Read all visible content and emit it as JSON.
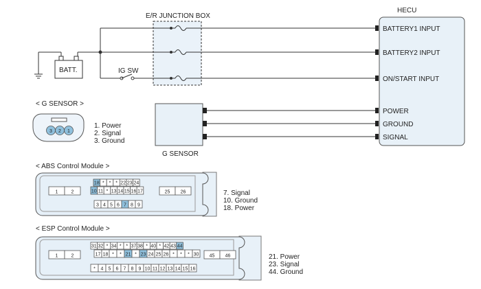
{
  "hecu": {
    "title": "HECU",
    "inputs": [
      "BATTERY1 INPUT",
      "BATTERY2 INPUT",
      "ON/START INPUT",
      "POWER",
      "GROUND",
      "SIGNAL"
    ]
  },
  "junction_box": {
    "title": "E/R JUNCTION BOX"
  },
  "battery": {
    "label": "BATT."
  },
  "ig_switch": {
    "label": "IG SW"
  },
  "g_sensor_box": {
    "label": "G SENSOR"
  },
  "g_sensor_connector": {
    "title": "< G SENSOR >",
    "pins": [
      "3",
      "2",
      "1"
    ],
    "legend": [
      "1. Power",
      "2. Signal",
      "3. Ground"
    ]
  },
  "abs_module": {
    "title": "< ABS Control Module >",
    "left_pins": [
      "1",
      "2"
    ],
    "top_row": [
      "18",
      "*",
      "*",
      "*",
      "22",
      "23",
      "24"
    ],
    "mid_row": [
      "10",
      "11",
      "*",
      "13",
      "14",
      "15",
      "16",
      "17"
    ],
    "bottom_row": [
      "3",
      "4",
      "5",
      "6",
      "7",
      "8",
      "9"
    ],
    "right_pins": [
      "25",
      "26"
    ],
    "highlighted": [
      "18",
      "10",
      "7"
    ],
    "legend": [
      "7. Signal",
      "10. Ground",
      "18. Power"
    ]
  },
  "esp_module": {
    "title": "< ESP Control Module >",
    "left_pins": [
      "1",
      "2"
    ],
    "top_row": [
      "31",
      "32",
      "*",
      "34",
      "*",
      "*",
      "37",
      "38",
      "*",
      "40",
      "*",
      "42",
      "43",
      "44"
    ],
    "mid_row": [
      "17",
      "18",
      "*",
      "*",
      "21",
      "*",
      "23",
      "24",
      "25",
      "26",
      "*",
      "*",
      "*",
      "30"
    ],
    "bottom_row": [
      "*",
      "4",
      "5",
      "6",
      "7",
      "8",
      "9",
      "10",
      "11",
      "12",
      "13",
      "14",
      "15",
      "16"
    ],
    "right_pins": [
      "45",
      "46"
    ],
    "highlighted": [
      "44",
      "21",
      "23"
    ],
    "legend": [
      "21. Power",
      "23. Signal",
      "44. Ground"
    ]
  }
}
